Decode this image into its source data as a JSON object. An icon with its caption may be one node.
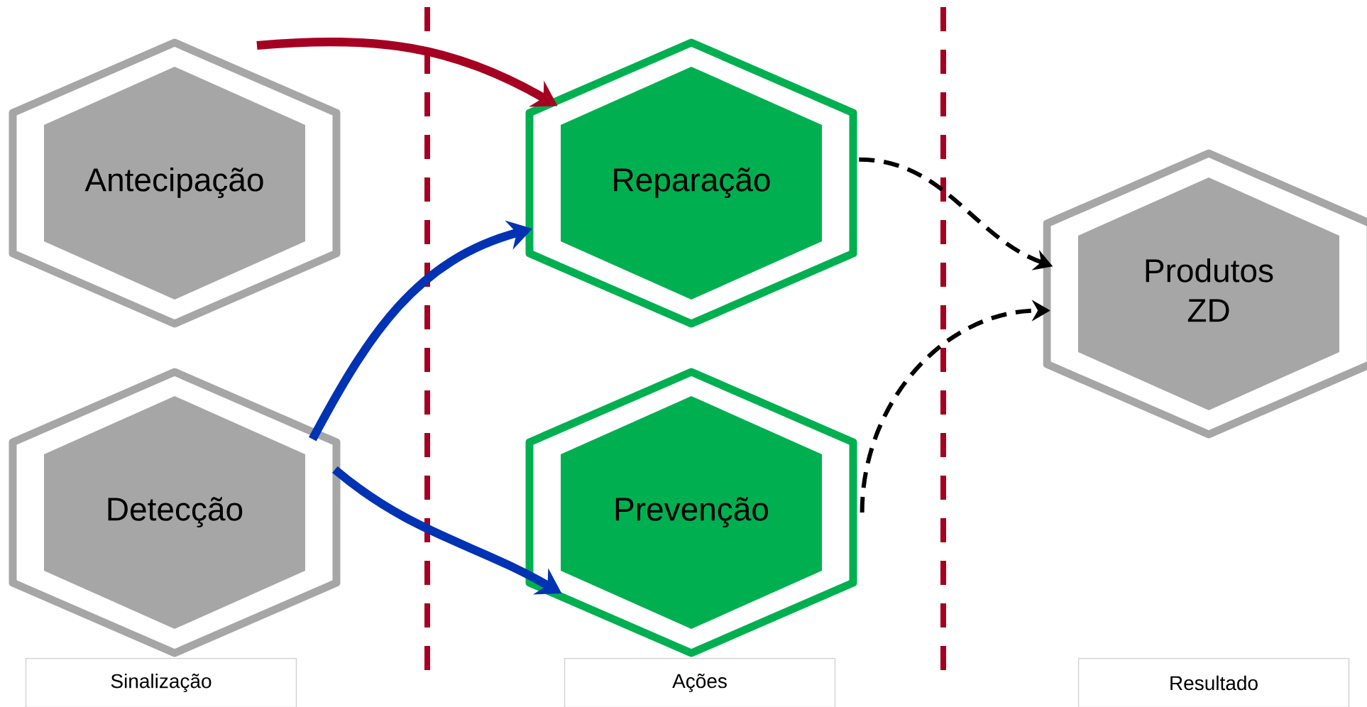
{
  "diagram": {
    "nodes": [
      {
        "text": [
          "Antecipação"
        ]
      },
      {
        "text": [
          "Detecção"
        ]
      },
      {
        "text": [
          "Reparação"
        ]
      },
      {
        "text": [
          "Prevenção"
        ]
      },
      {
        "text": [
          "Produtos ZD"
        ]
      },
      {
        "text": [
          "Sinalização"
        ]
      },
      {
        "text": [
          "Ações"
        ]
      },
      {
        "text": [
          "Resultado"
        ]
      }
    ],
    "edges": [
      {
        "from": null,
        "to": 2,
        "arrow": "to",
        "color": "#a50021"
      },
      {
        "from": 1,
        "to": 2,
        "arrow": "to",
        "color": "#0033b4"
      },
      {
        "from": 1,
        "to": 3,
        "arrow": "to",
        "color": "#0033b4"
      },
      {
        "from": 2,
        "to": 4,
        "arrow": "to",
        "style": "dashed",
        "color": "#000000"
      },
      {
        "from": 3,
        "to": 4,
        "arrow": "to",
        "style": "dashed",
        "color": "#000000"
      }
    ]
  }
}
